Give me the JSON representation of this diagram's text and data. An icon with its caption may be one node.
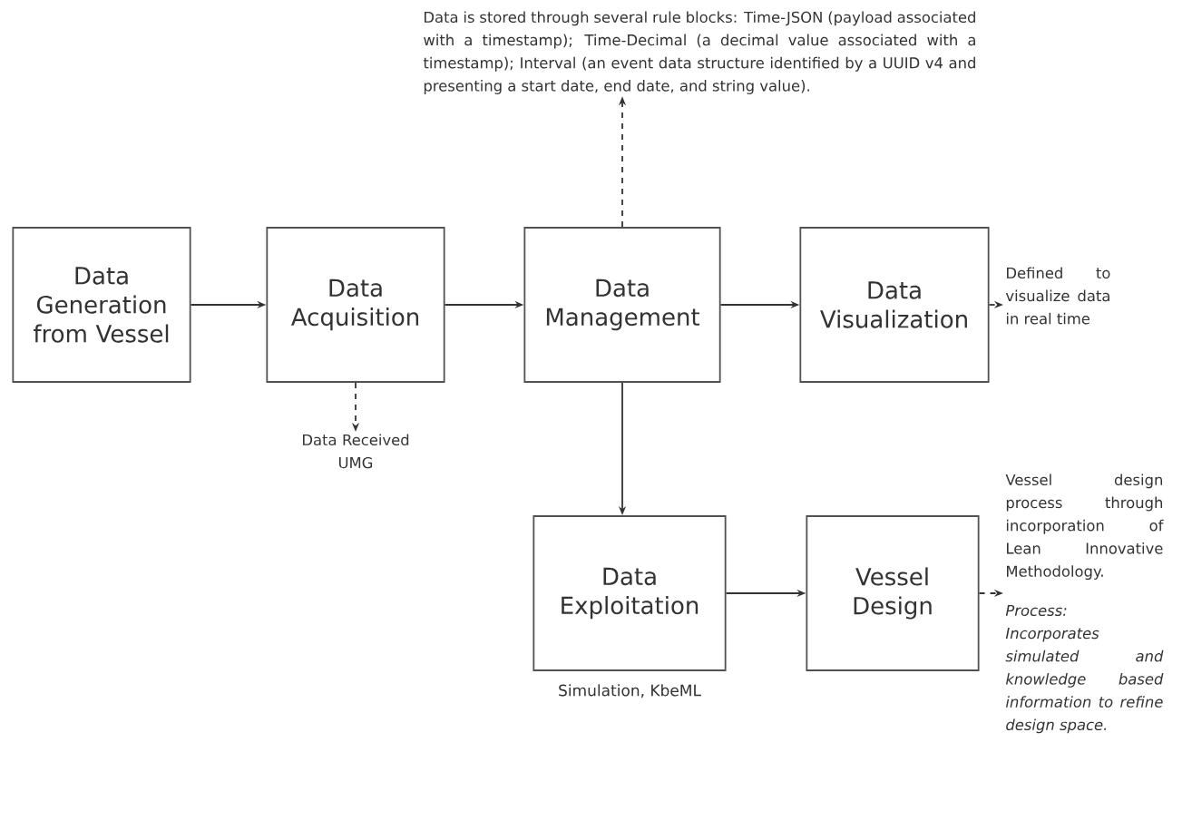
{
  "diagram": {
    "nodes": [
      {
        "text": [
          "Data Generation from Vessel"
        ]
      },
      {
        "text": [
          "Data Acquisition"
        ]
      },
      {
        "text": [
          "Data Management"
        ]
      },
      {
        "text": [
          "Data Visualization"
        ]
      },
      {
        "text": [
          "Data Exploitation"
        ],
        "beside": [
          "Simulation, KbeML"
        ]
      },
      {
        "text": [
          "Vessel Design"
        ]
      },
      {
        "text": [
          "Data is stored through several rule blocks: Time-JSON (payload associated with a timestamp); Time-Decimal (a decimal value associated with a timestamp); Interval (an event data structure identified by a UUID v4 and presenting a start date, end date, and string value)."
        ]
      },
      {
        "text": [
          "Data Received UMG"
        ]
      },
      {
        "text": [
          "Defined to visualize data in real time"
        ]
      },
      {
        "text": [
          "Vessel design process through incorporation of Lean Innovative Methodology.",
          "Process: Incorporates simulated and knowledge based information to refine design space."
        ]
      }
    ],
    "edges": [
      {
        "from": 0,
        "to": 1,
        "arrow": "to"
      },
      {
        "from": 1,
        "to": 2,
        "arrow": "to"
      },
      {
        "from": 2,
        "to": 3,
        "arrow": "to"
      },
      {
        "from": 2,
        "to": 4,
        "arrow": "to"
      },
      {
        "from": 4,
        "to": 5,
        "arrow": "to"
      },
      {
        "from": 2,
        "to": 6,
        "arrow": "to",
        "style": "dashed"
      },
      {
        "from": 1,
        "to": 7,
        "arrow": "to",
        "style": "dashed"
      },
      {
        "from": 3,
        "to": 8,
        "arrow": "to",
        "style": "dashed"
      },
      {
        "from": 5,
        "to": 9,
        "arrow": "to",
        "style": "dashed"
      }
    ]
  }
}
